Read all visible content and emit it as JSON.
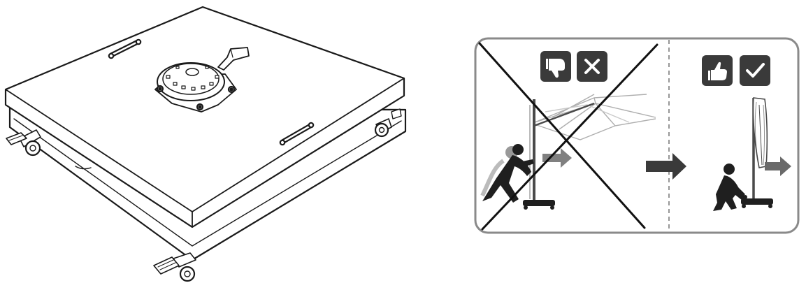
{
  "base_illustration": {
    "object": "square-umbrella-base-on-wheels",
    "parts": [
      "base-lid",
      "carry-handle",
      "carry-handle",
      "mast-mount-plate",
      "mount-lever",
      "wheel",
      "wheel",
      "wheel",
      "wheel",
      "wheel-brake-pedal",
      "wheel-brake-pedal"
    ]
  },
  "instruction_panel": {
    "wrong_side": {
      "icons": [
        "thumbs-down-icon",
        "cross-mark-icon"
      ],
      "scene": "person-pushing-umbrella-with-canopy-open",
      "crossed_out": true
    },
    "right_side": {
      "icons": [
        "thumbs-up-icon",
        "check-mark-icon"
      ],
      "scene": "person-crouching-moving-umbrella-with-canopy-closed"
    },
    "transition_arrow": "arrow-right-icon",
    "colors": {
      "icon_tile": "#3a3a3a",
      "icon_glyph": "#ffffff",
      "arrow": "#5b5b5b",
      "panel_border": "#8a8a8a"
    }
  }
}
